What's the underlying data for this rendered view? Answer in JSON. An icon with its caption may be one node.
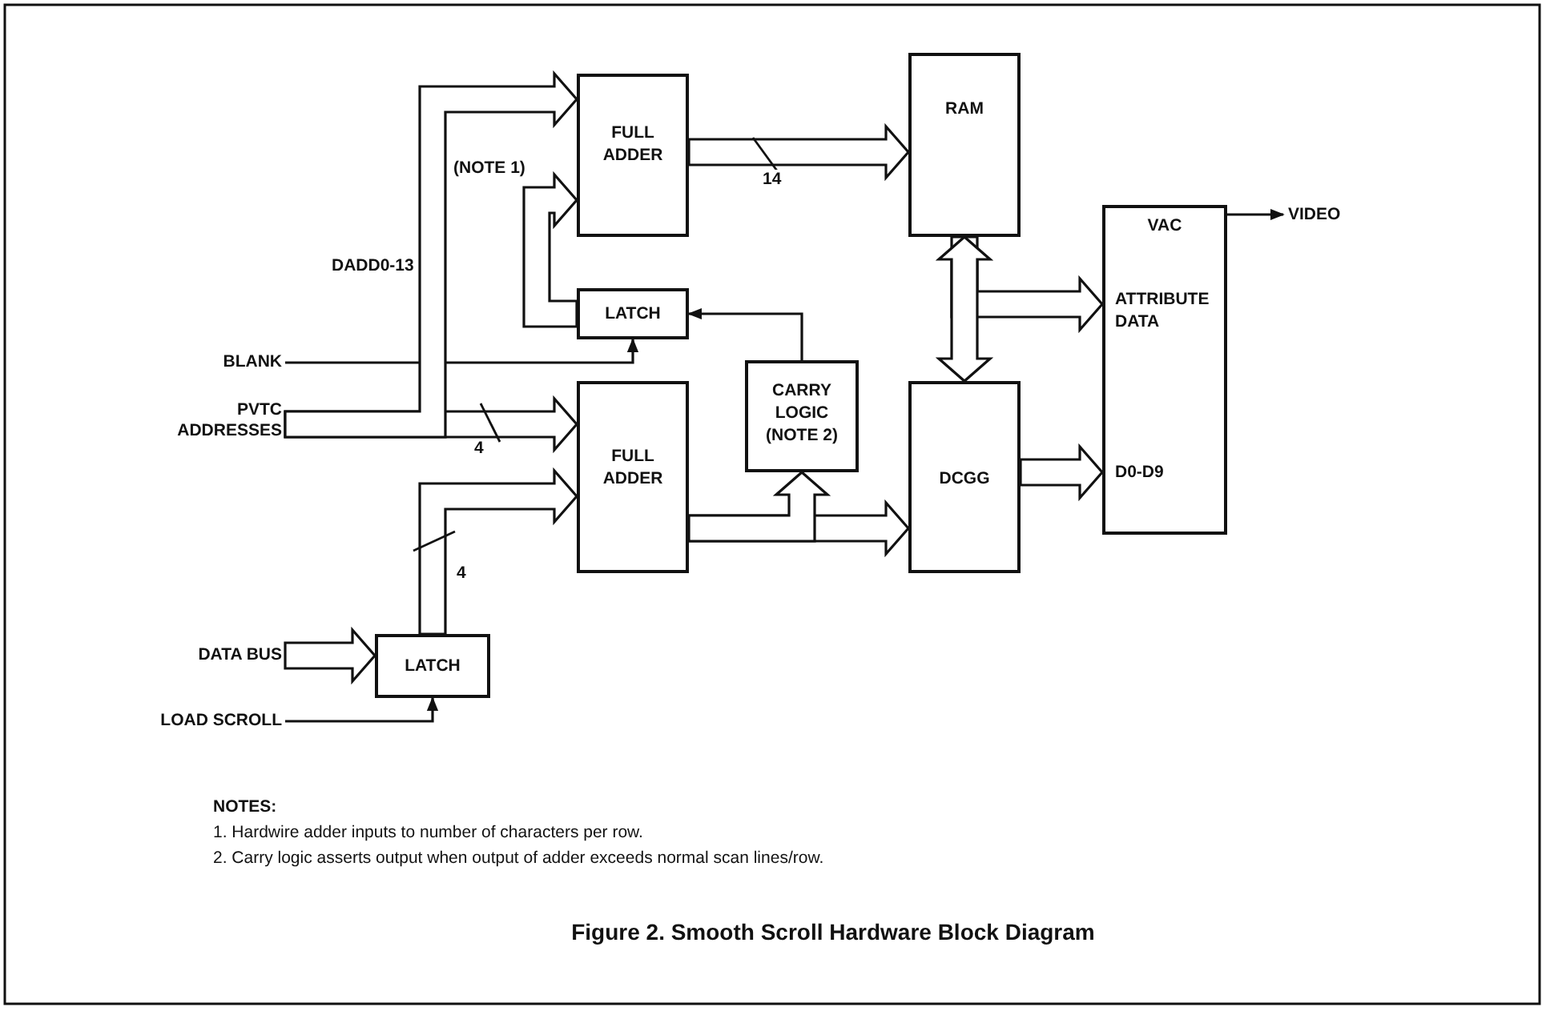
{
  "diagram": {
    "caption": "Figure 2. Smooth Scroll Hardware Block Diagram",
    "nodes": [
      {
        "text": [
          "FULL ADDER"
        ]
      },
      {
        "text": [
          "RAM"
        ]
      },
      {
        "text": [
          "LATCH"
        ]
      },
      {
        "text": [
          "VAC",
          "ATTRIBUTE DATA",
          "D0-D9"
        ]
      },
      {
        "text": [
          "CARRY LOGIC (NOTE 2)"
        ]
      },
      {
        "text": [
          "FULL ADDER"
        ]
      },
      {
        "text": [
          "DCGG"
        ]
      },
      {
        "text": [
          "LATCH"
        ]
      },
      {
        "text": [
          "BLANK"
        ]
      },
      {
        "text": [
          "PVTC ADDRESSES"
        ]
      },
      {
        "text": [
          "DATA BUS"
        ]
      },
      {
        "text": [
          "LOAD SCROLL"
        ]
      },
      {
        "text": [
          "VIDEO"
        ]
      }
    ],
    "edges": [
      {
        "from": 9,
        "to": 0,
        "arrow": "to",
        "label": "DADD0-13",
        "style": "thick"
      },
      {
        "from": 9,
        "to": 5,
        "arrow": "to",
        "label": "4",
        "style": "thick"
      },
      {
        "from": 8,
        "to": 2,
        "arrow": "to"
      },
      {
        "from": 2,
        "to": 0,
        "arrow": "to",
        "label": "(NOTE 1)",
        "style": "thick"
      },
      {
        "from": 4,
        "to": 2,
        "arrow": "to"
      },
      {
        "from": 0,
        "to": 1,
        "arrow": "to",
        "label": "14",
        "style": "thick"
      },
      {
        "from": 5,
        "to": 6,
        "arrow": "to",
        "style": "thick"
      },
      {
        "from": 5,
        "to": 4,
        "arrow": "to",
        "style": "thick"
      },
      {
        "from": 1,
        "to": 6,
        "arrow": "both",
        "style": "thick"
      },
      {
        "from": 1,
        "to": 3,
        "arrow": "to",
        "style": "thick"
      },
      {
        "from": 6,
        "to": 3,
        "arrow": "to",
        "style": "thick"
      },
      {
        "from": 3,
        "to": 12,
        "arrow": "to"
      },
      {
        "from": 10,
        "to": 7,
        "arrow": "to",
        "style": "thick"
      },
      {
        "from": 11,
        "to": 7,
        "arrow": "to"
      },
      {
        "from": 7,
        "to": 5,
        "arrow": "to",
        "label": "4",
        "style": "thick"
      }
    ],
    "labels": [
      "NOTES:",
      "1. Hardwire adder inputs to number of characters per row.",
      "2. Carry logic asserts output when output of adder exceeds normal scan lines/row."
    ]
  }
}
